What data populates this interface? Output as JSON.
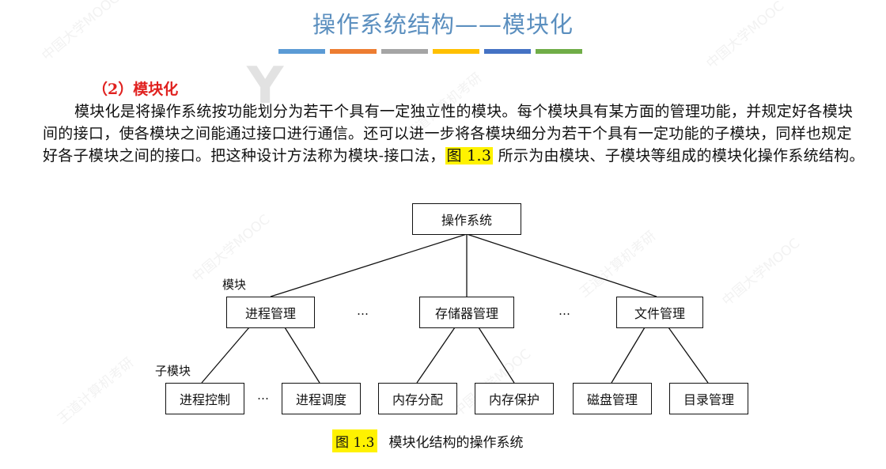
{
  "header": {
    "title": "操作系统结构——模块化",
    "accent_colors": [
      "#5b9bd5",
      "#ed7d31",
      "#a5a5a5",
      "#ffc000",
      "#4472c4",
      "#70ad47"
    ]
  },
  "section": {
    "heading": "（2）模块化",
    "paragraph_before": "模块化是将操作系统按功能划分为若干个具有一定独立性的模块。每个模块具有某方面的管理功能，并规定好各模块间的接口，使各模块之间能通过接口进行通信。还可以进一步将各模块细分为若干个具有一定功能的子模块，同样也规定好各子模块之间的接口。把这种设计方法称为模块-接口法，",
    "figure_ref": "图 1.3",
    "paragraph_after": " 所示为由模块、子模块等组成的模块化操作系统结构。"
  },
  "diagram": {
    "root": "操作系统",
    "module_label": "模块",
    "submodule_label": "子模块",
    "modules": [
      "进程管理",
      "存储器管理",
      "文件管理"
    ],
    "ellipsis": "…",
    "submodules": [
      "进程控制",
      "进程调度",
      "内存分配",
      "内存保护",
      "磁盘管理",
      "目录管理"
    ]
  },
  "caption": {
    "figure_no": "图 1.3",
    "text": "模块化结构的操作系统"
  },
  "watermark": {
    "text_a": "中国大学MOOC",
    "text_b": "王道计算机考研"
  }
}
